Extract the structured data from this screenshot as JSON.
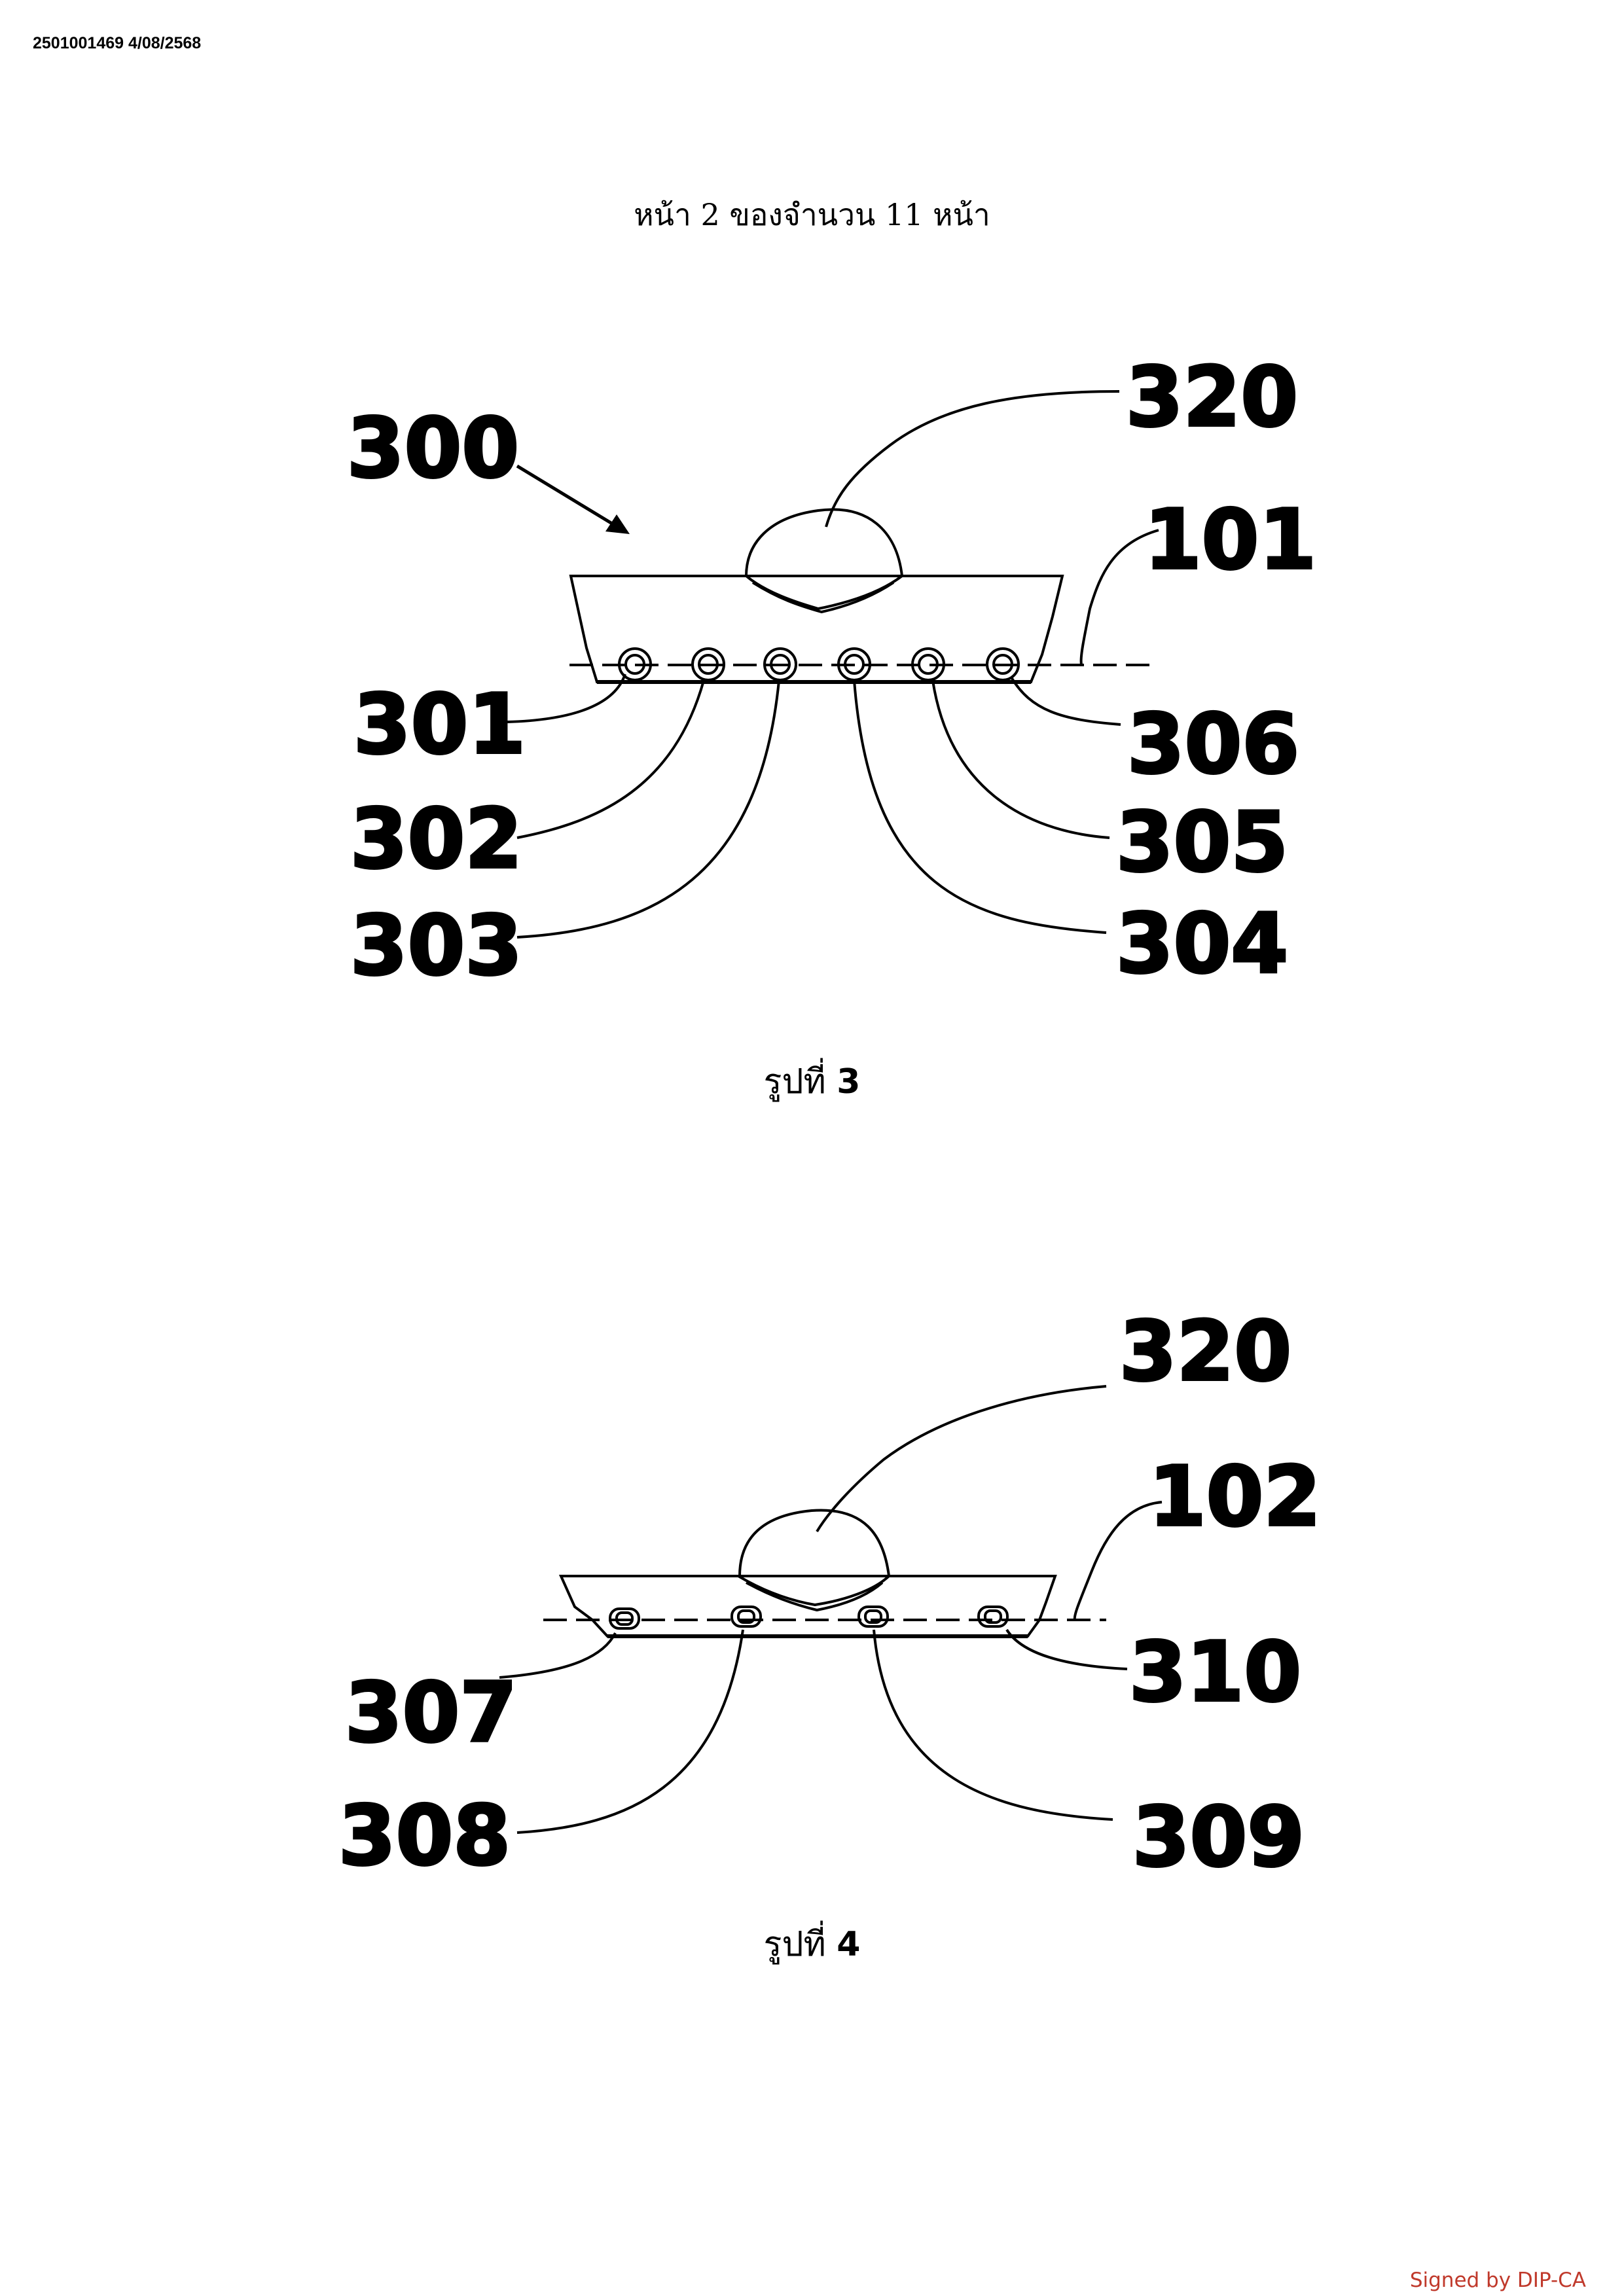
{
  "doc_id": "2501001469 4/08/2568",
  "page_header": "หน้า 2 ของจำนวน 11 หน้า",
  "figure3": {
    "caption_prefix": "รูปที่",
    "caption_number": "3",
    "labels": {
      "main": "300",
      "dome": "320",
      "line": "101",
      "l1": "301",
      "l2": "302",
      "l3": "303",
      "l4": "304",
      "l5": "305",
      "l6": "306"
    }
  },
  "figure4": {
    "caption_prefix": "รูปที่",
    "caption_number": "4",
    "labels": {
      "dome": "320",
      "line": "102",
      "l1": "307",
      "l2": "308",
      "l3": "309",
      "l4": "310"
    }
  },
  "signature": {
    "text": "Signed by DIP-CA",
    "color": "#c0392b"
  }
}
